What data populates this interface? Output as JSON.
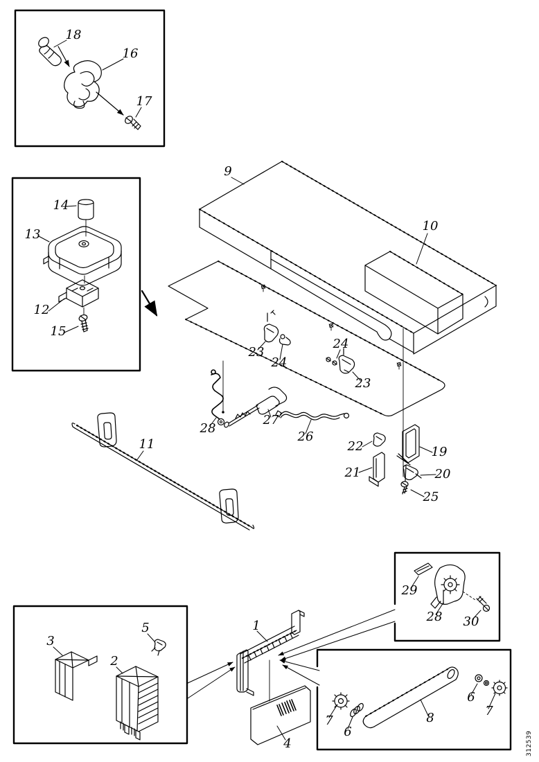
{
  "figure": {
    "side_code": "312539",
    "callouts": [
      {
        "label": "18"
      },
      {
        "label": "16"
      },
      {
        "label": "17"
      },
      {
        "label": "14"
      },
      {
        "label": "13"
      },
      {
        "label": "12"
      },
      {
        "label": "15"
      },
      {
        "label": "9"
      },
      {
        "label": "10"
      },
      {
        "label": "23"
      },
      {
        "label": "24"
      },
      {
        "label": "24"
      },
      {
        "label": "23"
      },
      {
        "label": "28"
      },
      {
        "label": "27"
      },
      {
        "label": "26"
      },
      {
        "label": "22"
      },
      {
        "label": "19"
      },
      {
        "label": "21"
      },
      {
        "label": "20"
      },
      {
        "label": "25"
      },
      {
        "label": "11"
      },
      {
        "label": "1"
      },
      {
        "label": "4"
      },
      {
        "label": "3"
      },
      {
        "label": "2"
      },
      {
        "label": "5"
      },
      {
        "label": "29"
      },
      {
        "label": "28"
      },
      {
        "label": "30"
      },
      {
        "label": "7"
      },
      {
        "label": "6"
      },
      {
        "label": "8"
      },
      {
        "label": "6"
      },
      {
        "label": "7"
      }
    ]
  }
}
